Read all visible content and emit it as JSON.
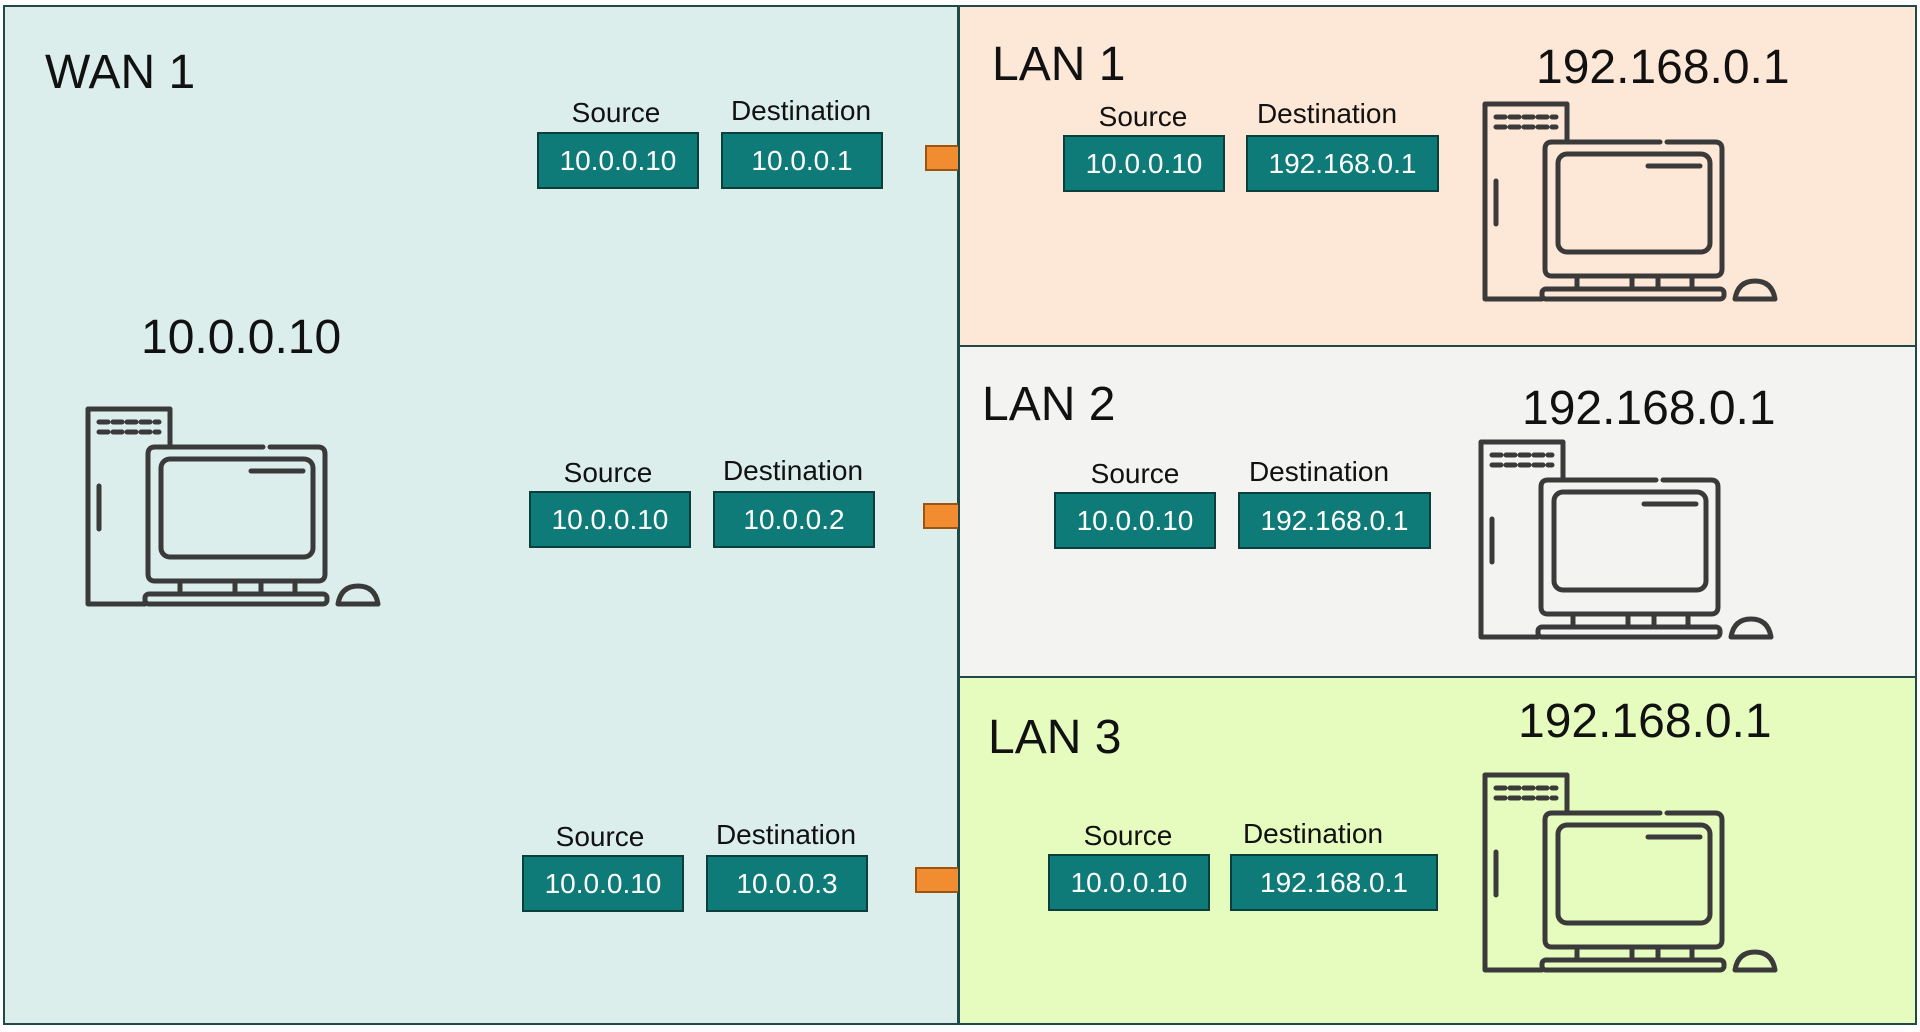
{
  "wan": {
    "title": "WAN 1",
    "host_ip": "10.0.0.10",
    "packets": [
      {
        "source_label": "Source",
        "destination_label": "Destination",
        "source": "10.0.0.10",
        "destination": "10.0.0.1"
      },
      {
        "source_label": "Source",
        "destination_label": "Destination",
        "source": "10.0.0.10",
        "destination": "10.0.0.2"
      },
      {
        "source_label": "Source",
        "destination_label": "Destination",
        "source": "10.0.0.10",
        "destination": "10.0.0.3"
      }
    ]
  },
  "lans": [
    {
      "title": "LAN 1",
      "host_ip": "192.168.0.1",
      "source_label": "Source",
      "destination_label": "Destination",
      "source": "10.0.0.10",
      "destination": "192.168.0.1"
    },
    {
      "title": "LAN 2",
      "host_ip": "192.168.0.1",
      "source_label": "Source",
      "destination_label": "Destination",
      "source": "10.0.0.10",
      "destination": "192.168.0.1"
    },
    {
      "title": "LAN 3",
      "host_ip": "192.168.0.1",
      "source_label": "Source",
      "destination_label": "Destination",
      "source": "10.0.0.10",
      "destination": "192.168.0.1"
    }
  ],
  "colors": {
    "wan_bg": "#dbeeec",
    "lan1_bg": "#fde7d6",
    "lan2_bg": "#f3f4f2",
    "lan3_bg": "#e6fbbe",
    "address_box": "#0f7b78",
    "arrow": "#f28c30",
    "computer_stroke": "#3a3a3a"
  },
  "icons": [
    "desktop-computer-icon",
    "right-arrow-icon"
  ]
}
